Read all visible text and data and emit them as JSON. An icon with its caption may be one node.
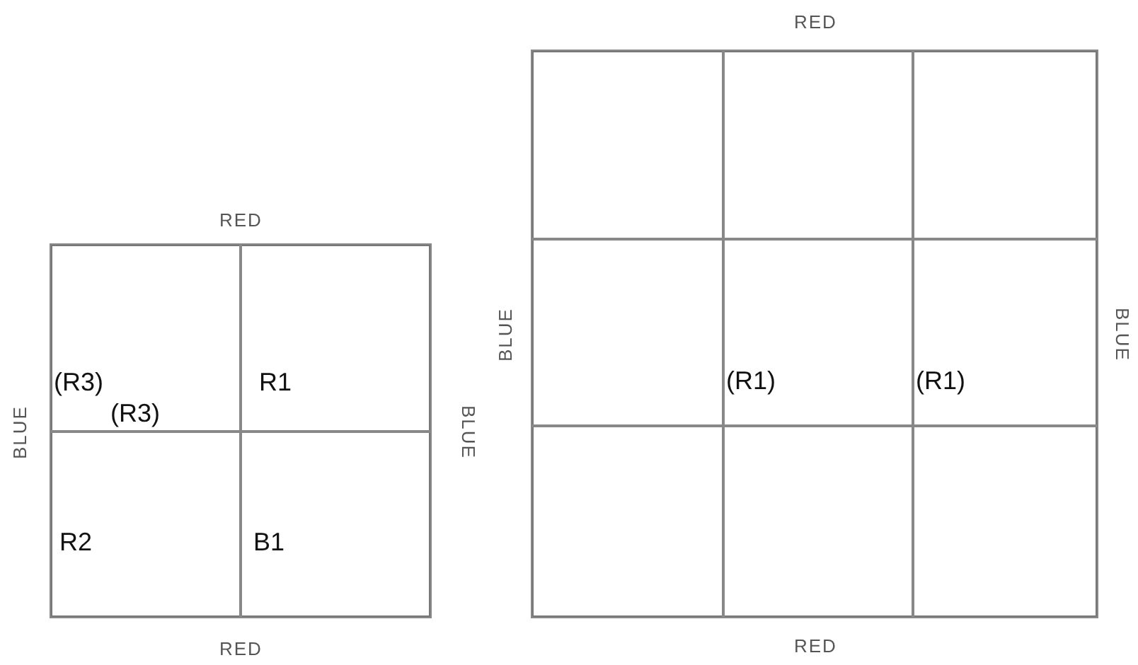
{
  "diagram": {
    "nodes": [
      {
        "text": [],
        "shape": "box"
      },
      {
        "text": [
          "(R3)",
          "(R3)"
        ],
        "in": 0
      },
      {
        "text": [
          "R1"
        ],
        "in": 0
      },
      {
        "text": [
          "R2"
        ],
        "in": 0
      },
      {
        "text": [
          "B1"
        ],
        "in": 0
      },
      {
        "text": [],
        "shape": "box"
      },
      {
        "text": [],
        "shape": "box",
        "in": 5
      },
      {
        "text": [],
        "shape": "box",
        "in": 5
      },
      {
        "text": [],
        "shape": "box",
        "in": 5
      },
      {
        "text": [],
        "shape": "box",
        "in": 5
      },
      {
        "text": [
          "(R1)"
        ],
        "in": 5
      },
      {
        "text": [
          "(R1)"
        ],
        "in": 5
      },
      {
        "text": [],
        "shape": "box",
        "in": 5
      },
      {
        "text": [],
        "shape": "box",
        "in": 5
      },
      {
        "text": [],
        "shape": "box",
        "in": 5
      }
    ],
    "edges": [],
    "labels": [
      "RED",
      "RED",
      "BLUE",
      "BLUE",
      "BLUE",
      "BLUE",
      "RED",
      "RED"
    ]
  }
}
